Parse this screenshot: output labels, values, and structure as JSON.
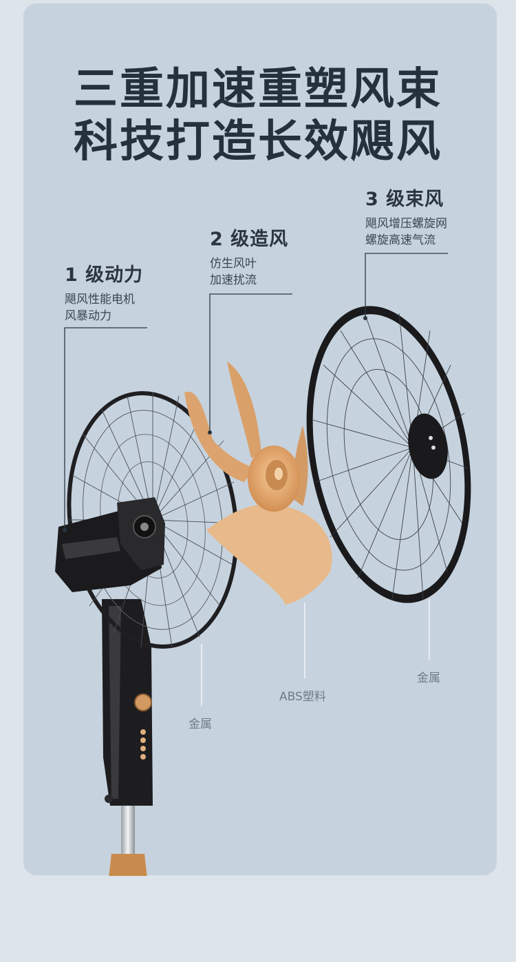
{
  "headline": {
    "line1": "三重加速重塑风束",
    "line2": "科技打造长效飓风"
  },
  "stages": [
    {
      "title": "1 级动力",
      "desc1": "飓风性能电机",
      "desc2": "风暴动力"
    },
    {
      "title": "2 级造风",
      "desc1": "仿生风叶",
      "desc2": "加速扰流"
    },
    {
      "title": "3 级束风",
      "desc1": "飓风增压螺旋网",
      "desc2": "螺旋高速气流"
    }
  ],
  "materials": {
    "back_guard": "金属",
    "blade": "ABS塑料",
    "front_guard": "金属"
  },
  "colors": {
    "card": "#c6d3de",
    "page": "#dde5ea",
    "text": "#24323c",
    "blade": "#e3a36c",
    "fan_body": "#1c1c1e"
  }
}
